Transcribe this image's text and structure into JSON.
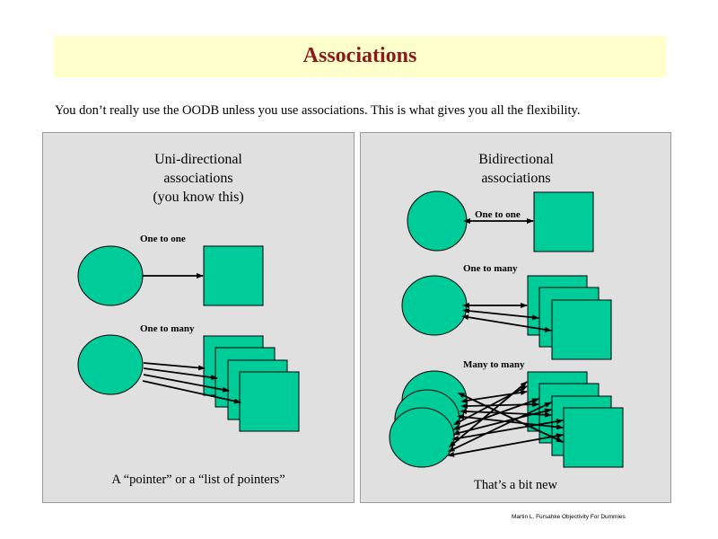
{
  "title": "Associations",
  "subtitle": "You don’t really use the OODB unless you use associations. This is what gives you all the flexibility.",
  "left_panel": {
    "heading_lines": [
      "Uni-directional",
      "associations",
      "(you know this)"
    ],
    "one_to_one_label": "One to one",
    "one_to_many_label": "One to many",
    "caption": "A “pointer” or a “list of pointers”"
  },
  "right_panel": {
    "heading_lines": [
      "Bidirectional",
      "associations"
    ],
    "one_to_one_label": "One to one",
    "one_to_many_label": "One to many",
    "many_to_many_label": "Many to many",
    "caption": "That’s a bit new"
  },
  "footer": "Martin L. Fursahke Objectivity For Dummies",
  "colors": {
    "shape_fill": "#00cc99",
    "title_background": "#ffffcc",
    "title_text": "#8b1a1a",
    "panel_background": "#e0e0e0"
  }
}
